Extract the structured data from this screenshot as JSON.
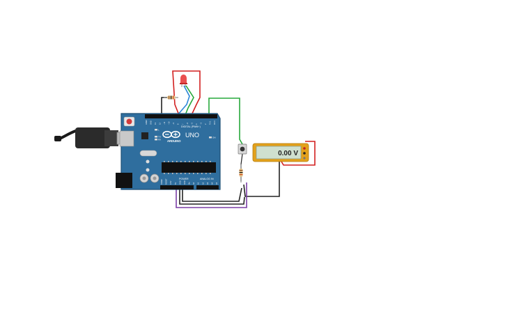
{
  "board": {
    "name": "UNO",
    "brand": "ARDUINO",
    "digital_header": "DIGITAL (PWM~)",
    "power_header": "POWER",
    "analog_header": "ANALOG IN",
    "pin_labels_top": [
      "AREF",
      "GND",
      "13",
      "12",
      "~11",
      "~10",
      "~9",
      "8",
      "7",
      "~6",
      "~5",
      "4",
      "~3",
      "2",
      "TX 1",
      "RX 0"
    ],
    "pin_labels_bottom": [
      "IOREF",
      "RESET",
      "3.3V",
      "5V",
      "GND",
      "GND",
      "Vin",
      "A0",
      "A1",
      "A2",
      "A3",
      "A4",
      "A5"
    ],
    "on_label": "ON",
    "tx_label": "TX",
    "rx_label": "RX",
    "l_label": "L"
  },
  "multimeter": {
    "reading": "0.00 V"
  },
  "colors": {
    "board": "#2f6e9e",
    "board_edge": "#1f4f74",
    "wire_red": "#d21f1f",
    "wire_green": "#27a83b",
    "wire_blue": "#2a86d8",
    "wire_black": "#222222",
    "wire_purple": "#7b3fa6",
    "meter_body": "#e3a11b",
    "meter_screen": "#cfe0cf"
  },
  "icons": {
    "usb": "usb-cable-icon",
    "led": "led-icon",
    "resistor": "resistor-icon",
    "button": "pushbutton-icon"
  }
}
